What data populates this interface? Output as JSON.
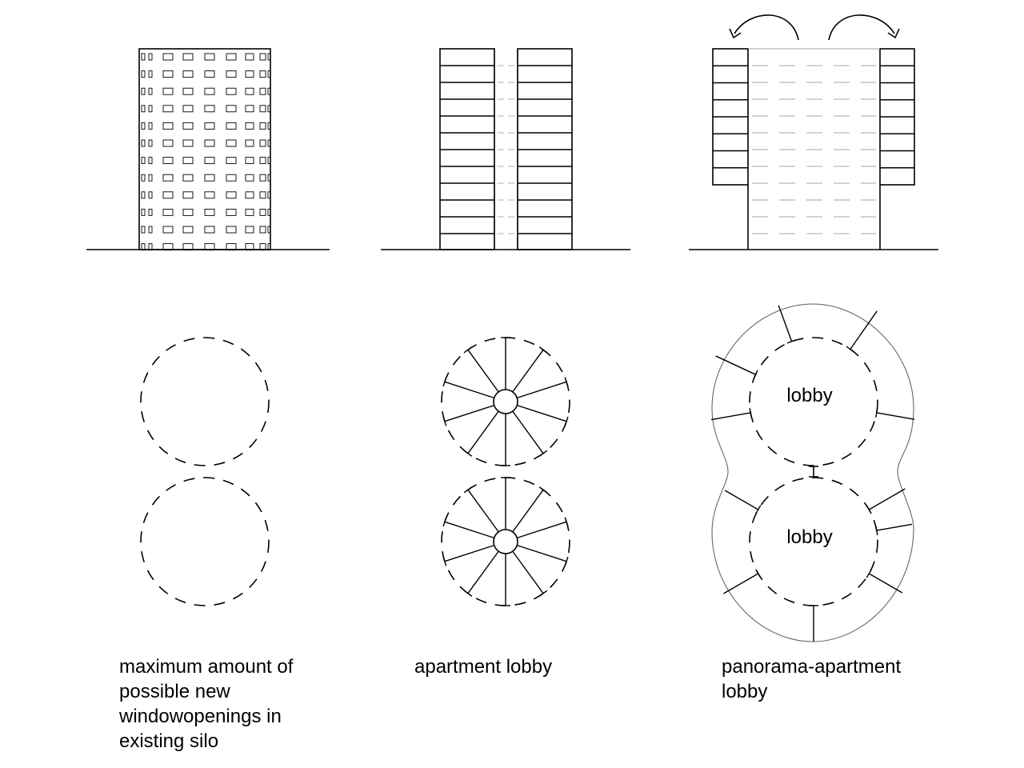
{
  "captions": {
    "col1": [
      "maximum amount of",
      "possible new",
      "windowopenings in",
      "existing silo"
    ],
    "col2": [
      "apartment lobby"
    ],
    "col3": [
      "panorama-apartment",
      "lobby"
    ]
  },
  "plan_labels": {
    "upper_lobby": "lobby",
    "lower_lobby": "lobby"
  },
  "colors": {
    "line": "#000000",
    "thin_line": "#555555",
    "dash_light": "#888888",
    "background": "#ffffff"
  }
}
